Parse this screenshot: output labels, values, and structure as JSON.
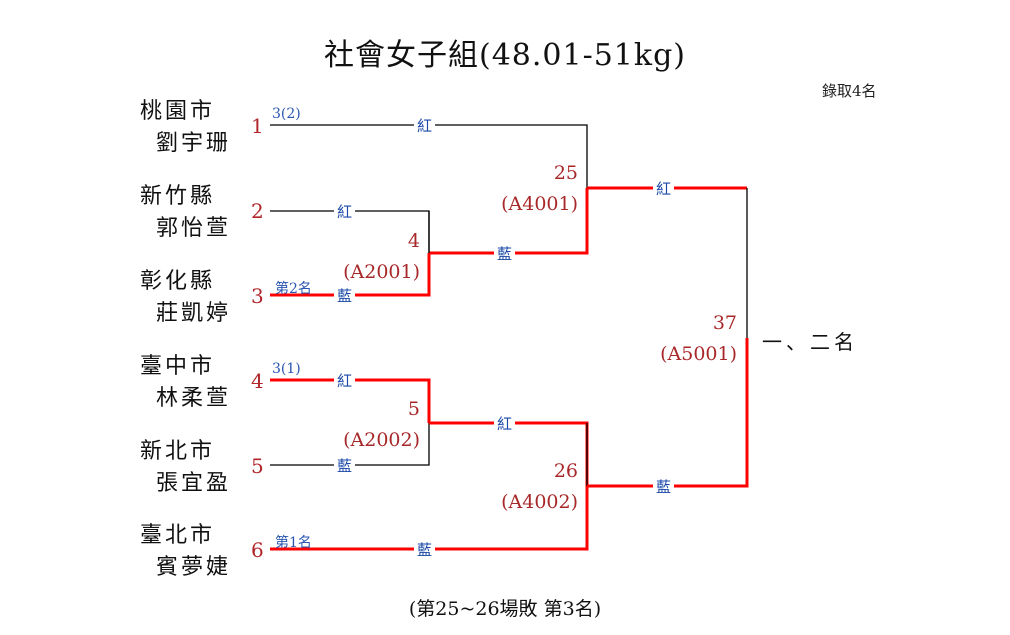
{
  "title": "社會女子組(48.01-51kg)",
  "quota": "錄取4名",
  "colors": {
    "winner_line": "#ff0000",
    "line": "#000000",
    "seed": "#b0262a",
    "corner": "#1a48a8",
    "match": "#a8282a"
  },
  "teams": [
    {
      "seed": "1",
      "city": "桃園市",
      "name": "劉宇珊",
      "note": "3(2)"
    },
    {
      "seed": "2",
      "city": "新竹縣",
      "name": "郭怡萱",
      "note": ""
    },
    {
      "seed": "3",
      "city": "彰化縣",
      "name": "莊凱婷",
      "note": "第2名"
    },
    {
      "seed": "4",
      "city": "臺中市",
      "name": "林柔萱",
      "note": "3(1)"
    },
    {
      "seed": "5",
      "city": "新北市",
      "name": "張宜盈",
      "note": ""
    },
    {
      "seed": "6",
      "city": "臺北市",
      "name": "賓夢婕",
      "note": "第1名"
    }
  ],
  "matches": [
    {
      "number": "4",
      "code": "(A2001)",
      "red": "紅",
      "blue": "藍",
      "winner": "blue"
    },
    {
      "number": "5",
      "code": "(A2002)",
      "red": "紅",
      "blue": "藍",
      "winner": "red"
    },
    {
      "number": "25",
      "code": "(A4001)",
      "red": "紅",
      "blue": "藍",
      "winner": "blue"
    },
    {
      "number": "26",
      "code": "(A4002)",
      "red": "紅",
      "blue": "藍",
      "winner": "blue"
    },
    {
      "number": "37",
      "code": "(A5001)",
      "red": "紅",
      "blue": "藍",
      "winner": "blue"
    }
  ],
  "final_rank_label": "一、二名",
  "footer": "(第25~26場敗 第3名)"
}
